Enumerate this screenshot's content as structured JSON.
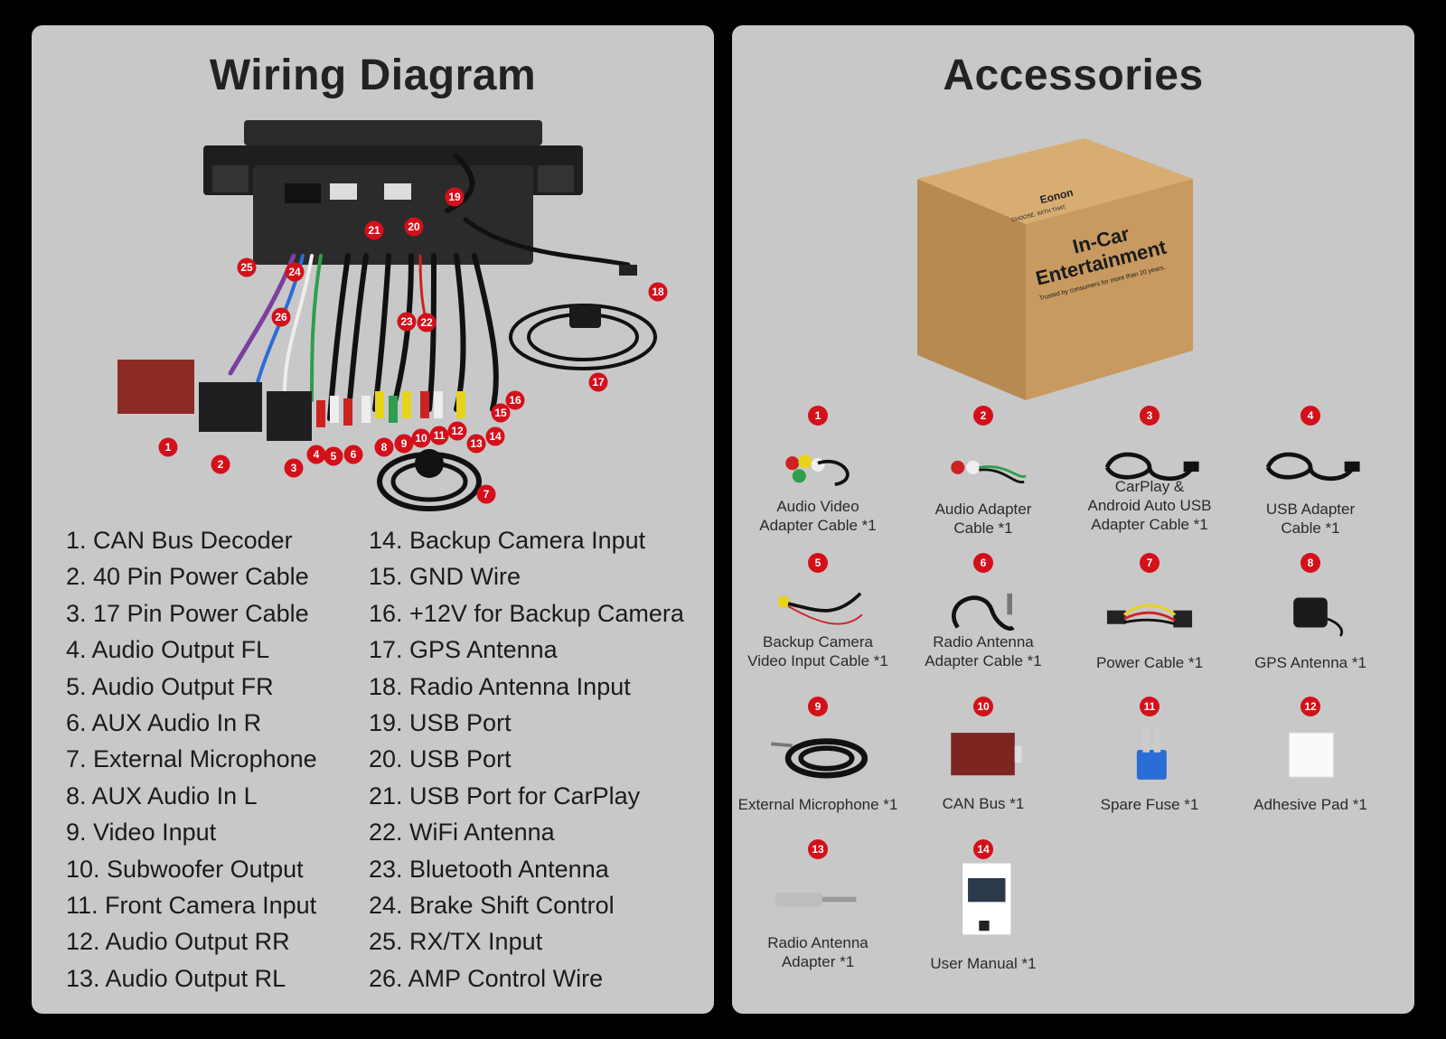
{
  "wiring": {
    "title": "Wiring Diagram",
    "callouts": [
      "1",
      "2",
      "3",
      "4",
      "5",
      "6",
      "7",
      "8",
      "9",
      "10",
      "11",
      "12",
      "13",
      "14",
      "15",
      "16",
      "17",
      "18",
      "19",
      "20",
      "21",
      "22",
      "23",
      "24",
      "25",
      "26"
    ],
    "list_col1": [
      "1. CAN Bus Decoder",
      "2. 40 Pin Power Cable",
      "3. 17 Pin Power Cable",
      "4. Audio Output FL",
      "5. Audio Output FR",
      "6. AUX Audio In R",
      "7. External Microphone",
      "8. AUX Audio In L",
      "9. Video Input",
      "10. Subwoofer Output",
      "11. Front Camera Input",
      "12. Audio Output RR",
      "13. Audio Output RL"
    ],
    "list_col2": [
      "14. Backup Camera Input",
      "15. GND Wire",
      "16. +12V for Backup Camera",
      "17. GPS Antenna",
      "18. Radio Antenna Input",
      "19. USB Port",
      "20. USB Port",
      "21. USB Port for CarPlay",
      "22. WiFi Antenna",
      "23. Bluetooth Antenna",
      "24. Brake Shift Control",
      "25. RX/TX Input",
      "26. AMP Control Wire"
    ]
  },
  "accessories": {
    "title": "Accessories",
    "box": {
      "brand": "Eonon",
      "tagline": "CHOOSE. WITH THAT.",
      "headline_1": "In-Car",
      "headline_2": "Entertainment",
      "subline": "Trusted by consumers for more than 20 years."
    },
    "items": [
      {
        "num": "1",
        "label": "Audio Video\nAdapter Cable *1",
        "icon": "av-cable-icon"
      },
      {
        "num": "2",
        "label": "Audio Adapter\nCable *1",
        "icon": "audio-cable-icon"
      },
      {
        "num": "3",
        "label": "CarPlay &\nAndroid Auto USB\nAdapter Cable *1",
        "icon": "usb-cable-icon"
      },
      {
        "num": "4",
        "label": "USB Adapter\nCable *1",
        "icon": "usb-cable-icon"
      },
      {
        "num": "5",
        "label": "Backup Camera\nVideo Input Cable *1",
        "icon": "camera-cable-icon"
      },
      {
        "num": "6",
        "label": "Radio Antenna\nAdapter Cable *1",
        "icon": "antenna-cable-icon"
      },
      {
        "num": "7",
        "label": "Power Cable *1",
        "icon": "power-cable-icon"
      },
      {
        "num": "8",
        "label": "GPS Antenna *1",
        "icon": "gps-antenna-icon"
      },
      {
        "num": "9",
        "label": "External Microphone *1",
        "icon": "microphone-icon"
      },
      {
        "num": "10",
        "label": "CAN Bus *1",
        "icon": "canbus-box-icon"
      },
      {
        "num": "11",
        "label": "Spare Fuse *1",
        "icon": "fuse-icon"
      },
      {
        "num": "12",
        "label": "Adhesive Pad *1",
        "icon": "adhesive-pad-icon"
      },
      {
        "num": "13",
        "label": "Radio Antenna\nAdapter *1",
        "icon": "antenna-adapter-icon"
      },
      {
        "num": "14",
        "label": "User Manual *1",
        "icon": "manual-icon"
      }
    ]
  },
  "colors": {
    "panel": "#c8c8c8",
    "background": "#000000",
    "badge": "#d4101a",
    "box": "#c89a60"
  }
}
